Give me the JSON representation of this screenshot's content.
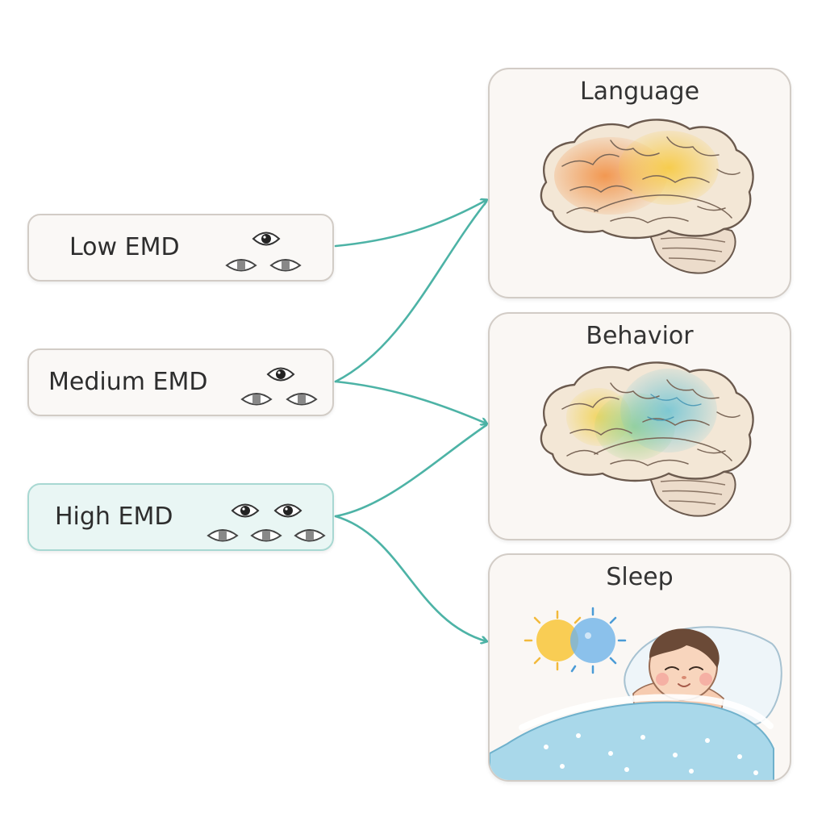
{
  "emd_levels": [
    {
      "label": "Low EMD",
      "eyes_open": 1,
      "eyes_closed": 2
    },
    {
      "label": "Medium EMD",
      "eyes_open": 1,
      "eyes_closed": 2
    },
    {
      "label": "High EMD",
      "eyes_open": 2,
      "eyes_closed": 3
    }
  ],
  "outcomes": [
    {
      "title": "Language",
      "icon": "brain-icon",
      "highlight": "orange-yellow"
    },
    {
      "title": "Behavior",
      "icon": "brain-icon",
      "highlight": "yellow-green-blue"
    },
    {
      "title": "Sleep",
      "icon": "sleeping-baby-icon"
    }
  ],
  "connections": [
    {
      "from": "Low EMD",
      "to": "Language"
    },
    {
      "from": "Medium EMD",
      "to": "Language"
    },
    {
      "from": "Medium EMD",
      "to": "Behavior"
    },
    {
      "from": "High EMD",
      "to": "Behavior"
    },
    {
      "from": "High EMD",
      "to": "Sleep"
    }
  ],
  "colors": {
    "arrow": "#4db3a6",
    "high_box_fill": "#e9f6f4",
    "box_border": "#d2ccc6"
  }
}
